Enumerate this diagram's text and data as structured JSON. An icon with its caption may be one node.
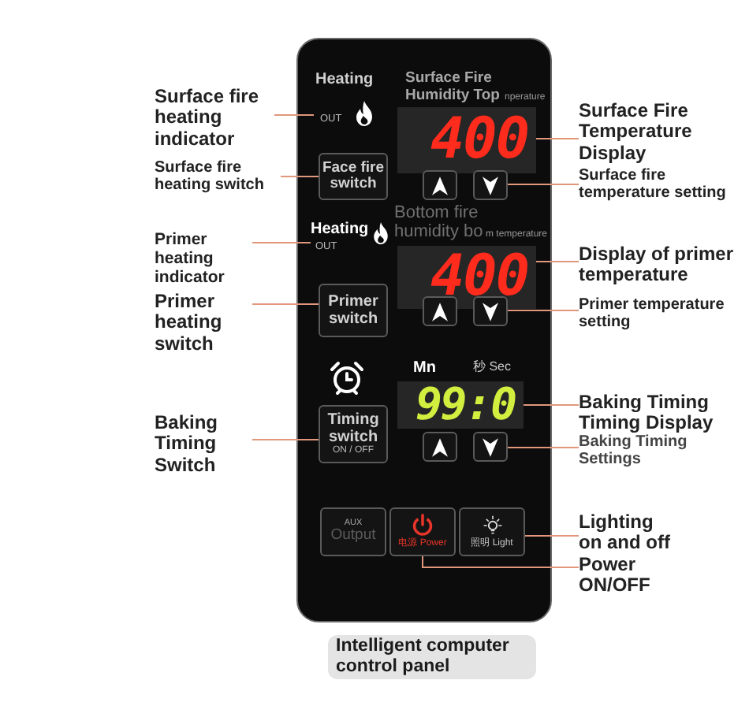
{
  "diagram": {
    "caption": "Intelligent computer control panel",
    "nodes": [
      {
        "text": [
          "Surface fire heating indicator"
        ]
      },
      {
        "text": [
          "Heating",
          "OUT"
        ]
      },
      {
        "text": [
          "400"
        ]
      },
      {
        "text": [
          "Surface Fire Temperature Display"
        ]
      },
      {
        "text": [
          "Surface fire heating switch"
        ]
      },
      {
        "text": [
          "Face fire switch"
        ]
      },
      {
        "text": [],
        "shape": "box"
      },
      {
        "text": [],
        "shape": "box"
      },
      {
        "text": [
          "Surface fire temperature setting"
        ]
      },
      {
        "text": [
          "Primer heating indicator"
        ]
      },
      {
        "text": [
          "Heating",
          "OUT"
        ]
      },
      {
        "text": [
          "400"
        ]
      },
      {
        "text": [
          "Display of primer temperature"
        ]
      },
      {
        "text": [
          "Primer heating switch"
        ]
      },
      {
        "text": [
          "Primer switch"
        ]
      },
      {
        "text": [],
        "shape": "box"
      },
      {
        "text": [],
        "shape": "box"
      },
      {
        "text": [
          "Primer temperature setting"
        ]
      },
      {
        "text": [
          "Baking Timing Switch"
        ]
      },
      {
        "text": [
          "Timing switch",
          "ON / OFF"
        ]
      },
      {
        "text": [
          "99:0"
        ]
      },
      {
        "text": [
          "Baking Timing Timing Display"
        ]
      },
      {
        "text": [],
        "shape": "box"
      },
      {
        "text": [],
        "shape": "box"
      },
      {
        "text": [
          "Baking Timing Settings"
        ]
      },
      {
        "text": [
          "AUX",
          "Output"
        ]
      },
      {
        "text": [
          "电源 Power"
        ]
      },
      {
        "text": [
          "照明 Light"
        ]
      },
      {
        "text": [
          "Lighting on and off"
        ]
      },
      {
        "text": [
          "Power ON/OFF"
        ]
      }
    ],
    "edges": [
      {
        "from": 0,
        "to": 1,
        "arrow": "none"
      },
      {
        "from": 3,
        "to": 2,
        "arrow": "none"
      },
      {
        "from": 4,
        "to": 5,
        "arrow": "none"
      },
      {
        "from": 8,
        "to": 7,
        "arrow": "none"
      },
      {
        "from": 9,
        "to": 10,
        "arrow": "none"
      },
      {
        "from": 12,
        "to": 11,
        "arrow": "none"
      },
      {
        "from": 13,
        "to": 14,
        "arrow": "none"
      },
      {
        "from": 17,
        "to": 16,
        "arrow": "none"
      },
      {
        "from": 18,
        "to": 19,
        "arrow": "none"
      },
      {
        "from": 21,
        "to": 20,
        "arrow": "none"
      },
      {
        "from": 24,
        "to": 23,
        "arrow": "none"
      },
      {
        "from": 28,
        "to": 27,
        "arrow": "none"
      },
      {
        "from": 29,
        "to": 26,
        "arrow": "none"
      }
    ],
    "labels": [
      "Surface Fire Humidity Top",
      "nperature",
      "Bottom fire humidity bo",
      "m temperature",
      "Mn",
      "秒 Sec"
    ]
  }
}
